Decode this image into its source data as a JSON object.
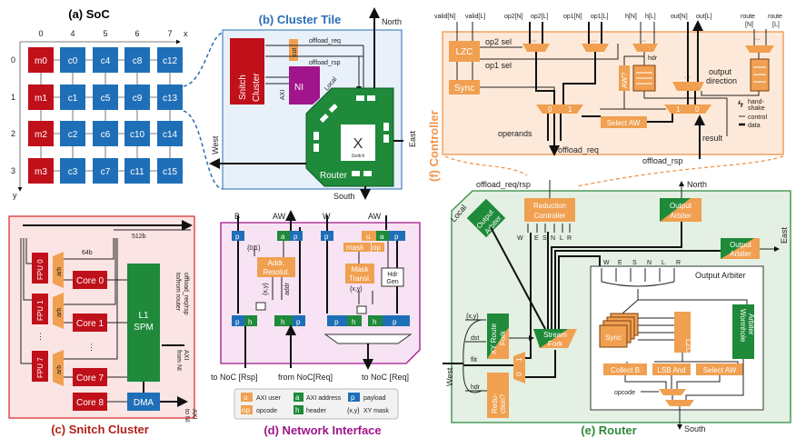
{
  "colors": {
    "memory": "#c0101a",
    "cluster": "#1f6fb8",
    "router": "#1e8a3a",
    "orange": "#f0a050",
    "ni": "#a0148c"
  },
  "soc": {
    "title": "(a) SoC",
    "x_ticks": [
      "0",
      "4",
      "5",
      "6",
      "7"
    ],
    "x_label": "x",
    "y_ticks": [
      "0",
      "1",
      "2",
      "3"
    ],
    "y_label": "y",
    "rows": [
      [
        "m0",
        "c0",
        "c4",
        "c8",
        "c12"
      ],
      [
        "m1",
        "c1",
        "c5",
        "c9",
        "c13"
      ],
      [
        "m2",
        "c2",
        "c6",
        "c10",
        "c14"
      ],
      [
        "m3",
        "c3",
        "c7",
        "c11",
        "c15"
      ]
    ]
  },
  "tile": {
    "title": "(b) Cluster Tile",
    "snitch": "Snitch",
    "cluster": "Cluster",
    "cut": "cut",
    "ni": "NI",
    "offload_req": "offload_req",
    "offload_rsp": "offload_rsp",
    "axi": "AXI",
    "local": "Local",
    "switch_glyph": "X",
    "switch": "Switch",
    "router": "Router",
    "north": "North",
    "west": "West",
    "east": "East",
    "south": "South"
  },
  "cluster": {
    "title": "(c) Snitch Cluster",
    "fpus": [
      "FPU 0",
      "FPU 1",
      "FPU 7"
    ],
    "arb": "arb",
    "cores": [
      "Core 0",
      "Core 1",
      "Core 7",
      "Core 8"
    ],
    "spm_l1": "L1",
    "spm": "SPM",
    "dma": "DMA",
    "bw64": "64b",
    "bw512": "512b",
    "offload1": "offload_req/rsp",
    "offload2": "to/from router",
    "axi_from1": "AXI",
    "axi_from2": "from NI",
    "axi_to1": "AXI",
    "axi_to2": "to NI",
    "ellipsis": "⋮"
  },
  "ni": {
    "title": "(d) Network Interface",
    "in_b": "B",
    "out_aw": "AW",
    "in_w": "W",
    "in_aw": "AW",
    "p": "p",
    "a": "a",
    "h": "h",
    "u": "u",
    "mask": "mask",
    "op": "op",
    "set01": "{0,1}",
    "addr1": "Addr.",
    "addr2": "Resolut.",
    "xy": "{x,y}",
    "addr": "addr",
    "mask1": "Mask",
    "mask2": "Transl.",
    "hdr1": "Hdr",
    "hdr2": "Gen",
    "to_rsp": "to NoC [Rsp]",
    "from_req": "from NoC[Req]",
    "to_req": "to NoC [Req]",
    "legend": [
      {
        "key": "u",
        "label": "AXI user"
      },
      {
        "key": "a",
        "label": "AXI address"
      },
      {
        "key": "p",
        "label": "payload"
      },
      {
        "key": "op",
        "label": "opcode"
      },
      {
        "key": "h",
        "label": "header"
      },
      {
        "key": "{x,y}",
        "label": "XY mask"
      }
    ]
  },
  "router": {
    "title": "(e) Router",
    "offload": "offload_req/rsp",
    "red1": "Reduction",
    "red2": "Controller",
    "ports": [
      "W",
      "E",
      "S",
      "N",
      "L",
      "R"
    ],
    "oa1": "Output",
    "oa2": "Arbiter",
    "north": "North",
    "east": "East",
    "south": "South",
    "west": "West",
    "local": "Local",
    "xy1": "XY Route",
    "xy2": "Fork",
    "sf1": "Stream",
    "sf2": "Fork",
    "rd1": "Redu-",
    "rd2": "ction?",
    "xy": "{x,y}",
    "dst": "dst",
    "flit": "flit",
    "hdr": "hdr",
    "m0": "0",
    "m1": "1",
    "oa_label": "Output Arbiter",
    "sync": "Sync",
    "lzc": "LZC",
    "wh1": "Wormhole",
    "wh2": "Arbiter",
    "collect": "Collect B",
    "lsb": "LSB And",
    "select": "Select AW",
    "opcode": "opcode"
  },
  "controller": {
    "title": "(f) Controller",
    "inputs": [
      "valid[N]",
      "valid[L]",
      "op2[N]",
      "op2[L]",
      "op1[N]",
      "op1[L]",
      "h[N]",
      "h[L]",
      "out[N]",
      "out[L]"
    ],
    "route": "route",
    "route_n": "[N]",
    "route_l": "[L]",
    "lzc": "LZC",
    "sync": "Sync",
    "op2sel": "op2 sel",
    "op1sel": "op1 sel",
    "aw": "AW?",
    "hdr": "hdr",
    "outdir1": "output",
    "outdir2": "direction",
    "select": "Select AW",
    "operands": "operands",
    "offload_req": "offload_req",
    "offload_rsp": "offload_rsp",
    "result": "result",
    "dots": "···",
    "m0": "0",
    "m1": "1",
    "legend_hs1": "hand-",
    "legend_hs2": "shake",
    "legend_ctrl": "control",
    "legend_data": "data"
  }
}
